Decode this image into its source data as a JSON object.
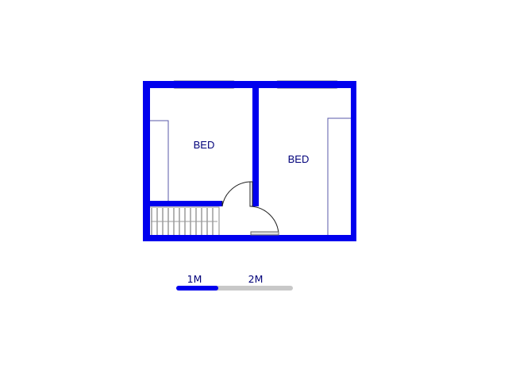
{
  "floorplan": {
    "rooms": [
      {
        "label": "BED"
      },
      {
        "label": "BED"
      }
    ],
    "scale_bar": {
      "labels": [
        "1M",
        "2M"
      ]
    }
  },
  "colors": {
    "wall": "#0000ee",
    "text": "#00007a",
    "fixture_outline": "#5a5aa8",
    "window_frame": "#6b6b6b",
    "scale_primary": "#0000ee",
    "scale_secondary": "#c8c8c8"
  }
}
